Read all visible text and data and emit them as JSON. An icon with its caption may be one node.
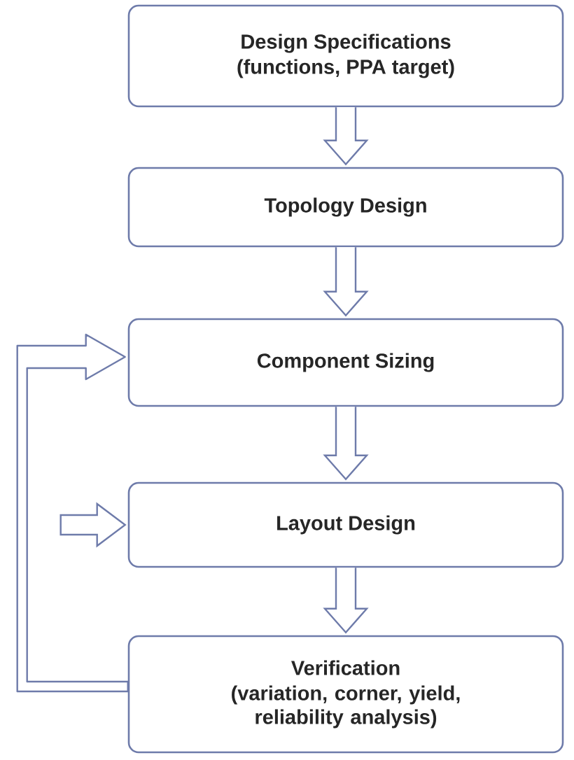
{
  "diagram": {
    "nodes": [
      {
        "text": [
          "Design Specifications",
          "(functions, PPA target)"
        ]
      },
      {
        "text": [
          "Topology Design"
        ]
      },
      {
        "text": [
          "Component Sizing"
        ]
      },
      {
        "text": [
          "Layout Design"
        ]
      },
      {
        "text": [
          "Verification",
          "(variation, corner, yield, reliability analysis)"
        ]
      }
    ],
    "edges": [
      {
        "from": 0,
        "to": 1,
        "arrow": "to"
      },
      {
        "from": 1,
        "to": 2,
        "arrow": "to"
      },
      {
        "from": 2,
        "to": 3,
        "arrow": "to"
      },
      {
        "from": 3,
        "to": 4,
        "arrow": "to"
      },
      {
        "from": 4,
        "to": 2,
        "arrow": "to"
      },
      {
        "from": null,
        "to": 3,
        "arrow": "to"
      }
    ]
  }
}
